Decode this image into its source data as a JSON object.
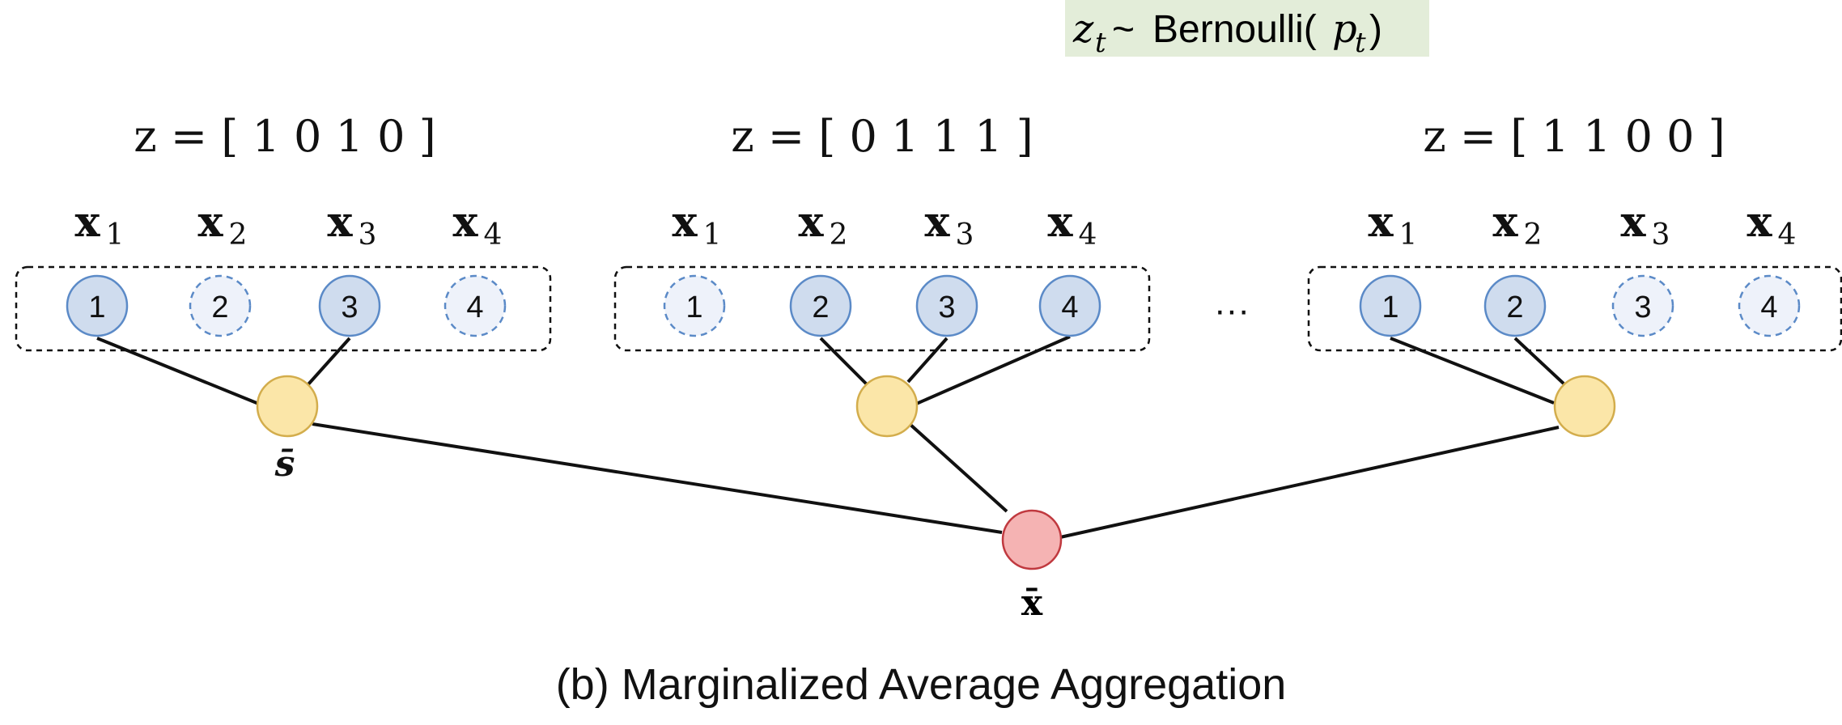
{
  "formula": {
    "var": "z",
    "sub": "t",
    "sep": "~",
    "dist": "Bernoulli(",
    "param": "p",
    "param_sub": "t",
    "close": ")"
  },
  "groups": [
    {
      "mask_label": "z = [ 1 0 1 0 ]",
      "inputs": [
        {
          "sym": "x",
          "sub": "1",
          "node": "1",
          "selected": true
        },
        {
          "sym": "x",
          "sub": "2",
          "node": "2",
          "selected": false
        },
        {
          "sym": "x",
          "sub": "3",
          "node": "3",
          "selected": true
        },
        {
          "sym": "x",
          "sub": "4",
          "node": "4",
          "selected": false
        }
      ],
      "aggregate_label": "s̄"
    },
    {
      "mask_label": "z = [ 0 1 1 1 ]",
      "inputs": [
        {
          "sym": "x",
          "sub": "1",
          "node": "1",
          "selected": false
        },
        {
          "sym": "x",
          "sub": "2",
          "node": "2",
          "selected": true
        },
        {
          "sym": "x",
          "sub": "3",
          "node": "3",
          "selected": true
        },
        {
          "sym": "x",
          "sub": "4",
          "node": "4",
          "selected": true
        }
      ],
      "aggregate_label": ""
    },
    {
      "mask_label": "z = [ 1 1 0 0 ]",
      "inputs": [
        {
          "sym": "x",
          "sub": "1",
          "node": "1",
          "selected": true
        },
        {
          "sym": "x",
          "sub": "2",
          "node": "2",
          "selected": true
        },
        {
          "sym": "x",
          "sub": "3",
          "node": "3",
          "selected": false
        },
        {
          "sym": "x",
          "sub": "4",
          "node": "4",
          "selected": false
        }
      ],
      "aggregate_label": ""
    }
  ],
  "ellipsis": "···",
  "output_label": "x̄",
  "caption": "(b) Marginalized Average Aggregation",
  "colors": {
    "selected_fill": "#cfdcee",
    "selected_stroke": "#5b8ac7",
    "unselected_fill": "#eef2fa",
    "agg_fill": "#fbe6a8",
    "agg_stroke": "#d3ad4c",
    "output_fill": "#f5b3b3",
    "output_stroke": "#c0393f",
    "formula_bg": "#e3edd9"
  }
}
